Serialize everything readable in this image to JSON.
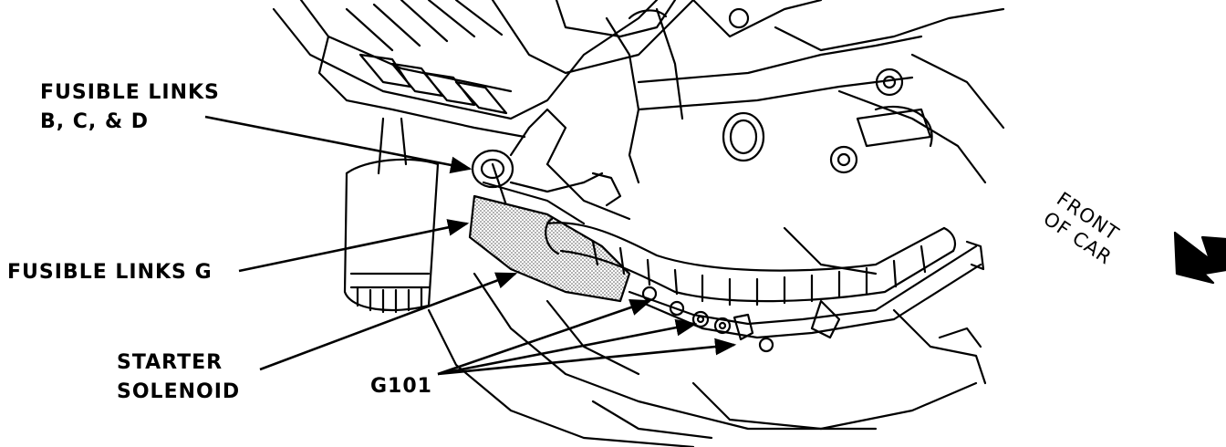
{
  "labels": {
    "fusible_links_bcd_line1": "FUSIBLE LINKS",
    "fusible_links_bcd_line2": "B, C, & D",
    "fusible_links_g": "FUSIBLE LINKS G",
    "starter_line1": "STARTER",
    "starter_line2": "SOLENOID",
    "g101": "G101",
    "front_line1": "FRONT",
    "front_line2": "OF CAR"
  },
  "colors": {
    "ink": "#000000",
    "background": "#ffffff",
    "stipple": "#9a9a9a"
  }
}
